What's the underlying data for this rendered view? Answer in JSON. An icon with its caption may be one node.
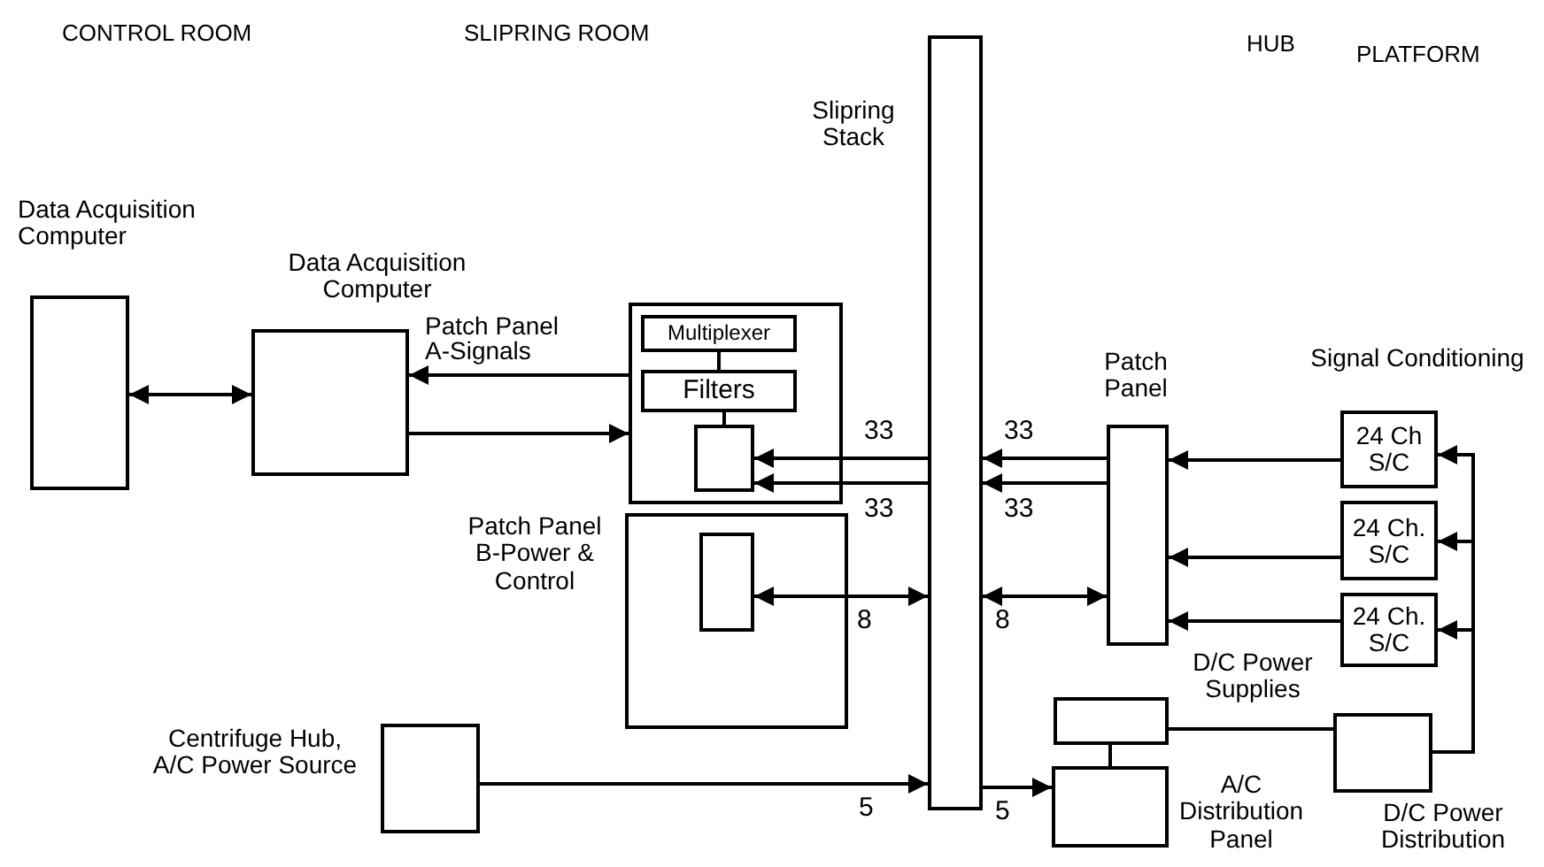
{
  "diagram": {
    "nodes": [
      {
        "text": [
          "Data Acquisition Computer"
        ]
      },
      {
        "text": [
          "Data Acquisition Computer"
        ]
      },
      {
        "text": [
          "Patch Panel A-Signals"
        ]
      },
      {
        "text": [
          "Multiplexer"
        ],
        "in": 2
      },
      {
        "text": [
          "Filters"
        ],
        "in": 2
      },
      {
        "text": [],
        "shape": "box",
        "in": 2
      },
      {
        "text": [
          "Patch Panel B-Power & Control"
        ]
      },
      {
        "text": [],
        "shape": "box",
        "in": 6
      },
      {
        "text": [
          "Slipring Stack"
        ]
      },
      {
        "text": [
          "Patch Panel"
        ]
      },
      {
        "text": [
          "24 Ch S/C"
        ]
      },
      {
        "text": [
          "24 Ch. S/C"
        ]
      },
      {
        "text": [
          "24 Ch. S/C"
        ]
      },
      {
        "text": [
          "D/C Power Supplies"
        ]
      },
      {
        "text": [
          "A/C Distribution Panel"
        ]
      },
      {
        "text": [
          "D/C Power Distribution"
        ]
      },
      {
        "text": [
          "Centrifuge Hub, A/C Power Source"
        ]
      }
    ],
    "edges": [
      {
        "from": 0,
        "to": 1,
        "arrow": "both"
      },
      {
        "from": 2,
        "to": 1,
        "arrow": "to"
      },
      {
        "from": 1,
        "to": 2,
        "arrow": "to"
      },
      {
        "from": 3,
        "to": 4,
        "arrow": "none"
      },
      {
        "from": 4,
        "to": 5,
        "arrow": "none"
      },
      {
        "from": 8,
        "to": 5,
        "arrow": "to",
        "label": "33"
      },
      {
        "from": 8,
        "to": 5,
        "arrow": "to",
        "label": "33"
      },
      {
        "from": 9,
        "to": 8,
        "arrow": "to",
        "label": "33"
      },
      {
        "from": 9,
        "to": 8,
        "arrow": "to",
        "label": "33"
      },
      {
        "from": 7,
        "to": 8,
        "arrow": "both",
        "label": "8"
      },
      {
        "from": 9,
        "to": 8,
        "arrow": "both",
        "label": "8"
      },
      {
        "from": 10,
        "to": 9,
        "arrow": "to"
      },
      {
        "from": 11,
        "to": 9,
        "arrow": "to"
      },
      {
        "from": 12,
        "to": 9,
        "arrow": "to"
      },
      {
        "from": 16,
        "to": 8,
        "arrow": "to",
        "label": "5"
      },
      {
        "from": 8,
        "to": 14,
        "arrow": "to",
        "label": "5"
      },
      {
        "from": 13,
        "to": 14,
        "arrow": "none"
      },
      {
        "from": 13,
        "to": 15,
        "arrow": "none"
      },
      {
        "from": 15,
        "to": 10,
        "arrow": "to"
      },
      {
        "from": 15,
        "to": 11,
        "arrow": "to"
      },
      {
        "from": 15,
        "to": 12,
        "arrow": "to"
      }
    ],
    "labels": [
      "CONTROL ROOM",
      "SLIPRING ROOM",
      "HUB",
      "PLATFORM",
      "Signal Conditioning"
    ]
  }
}
